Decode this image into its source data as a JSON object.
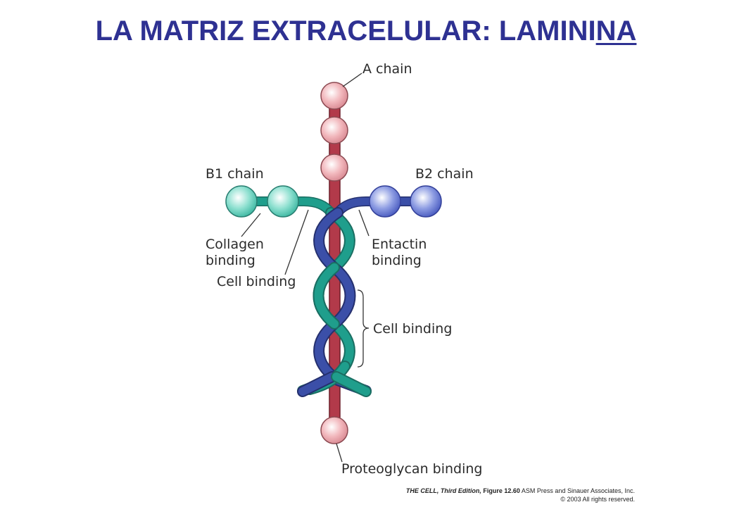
{
  "title": {
    "main": "LA MATRIZ EXTRACELULAR: LAMINI",
    "underlined": "NA"
  },
  "labels": {
    "a_chain": "A chain",
    "b1_chain": "B1 chain",
    "b2_chain": "B2 chain",
    "collagen_binding_1": "Collagen",
    "collagen_binding_2": "binding",
    "cell_binding_top": "Cell binding",
    "entactin_binding_1": "Entactin",
    "entactin_binding_2": "binding",
    "cell_binding_helix": "Cell binding",
    "proteoglycan_binding": "Proteoglycan binding"
  },
  "credit": {
    "book": "THE CELL, Third Edition,",
    "figure": "Figure 12.60",
    "publisher": "ASM Press and Sinauer Associates, Inc.",
    "copyright": "© 2003 All rights reserved."
  },
  "colors": {
    "title": "#2e3192",
    "a_chain": "#b23a4a",
    "b1_chain": "#1f9e8c",
    "b2_chain": "#3b4fa8",
    "a_domain": "#f2b8bd",
    "b1_domain": "#7fd8c7",
    "b2_domain": "#7f8fd8"
  }
}
